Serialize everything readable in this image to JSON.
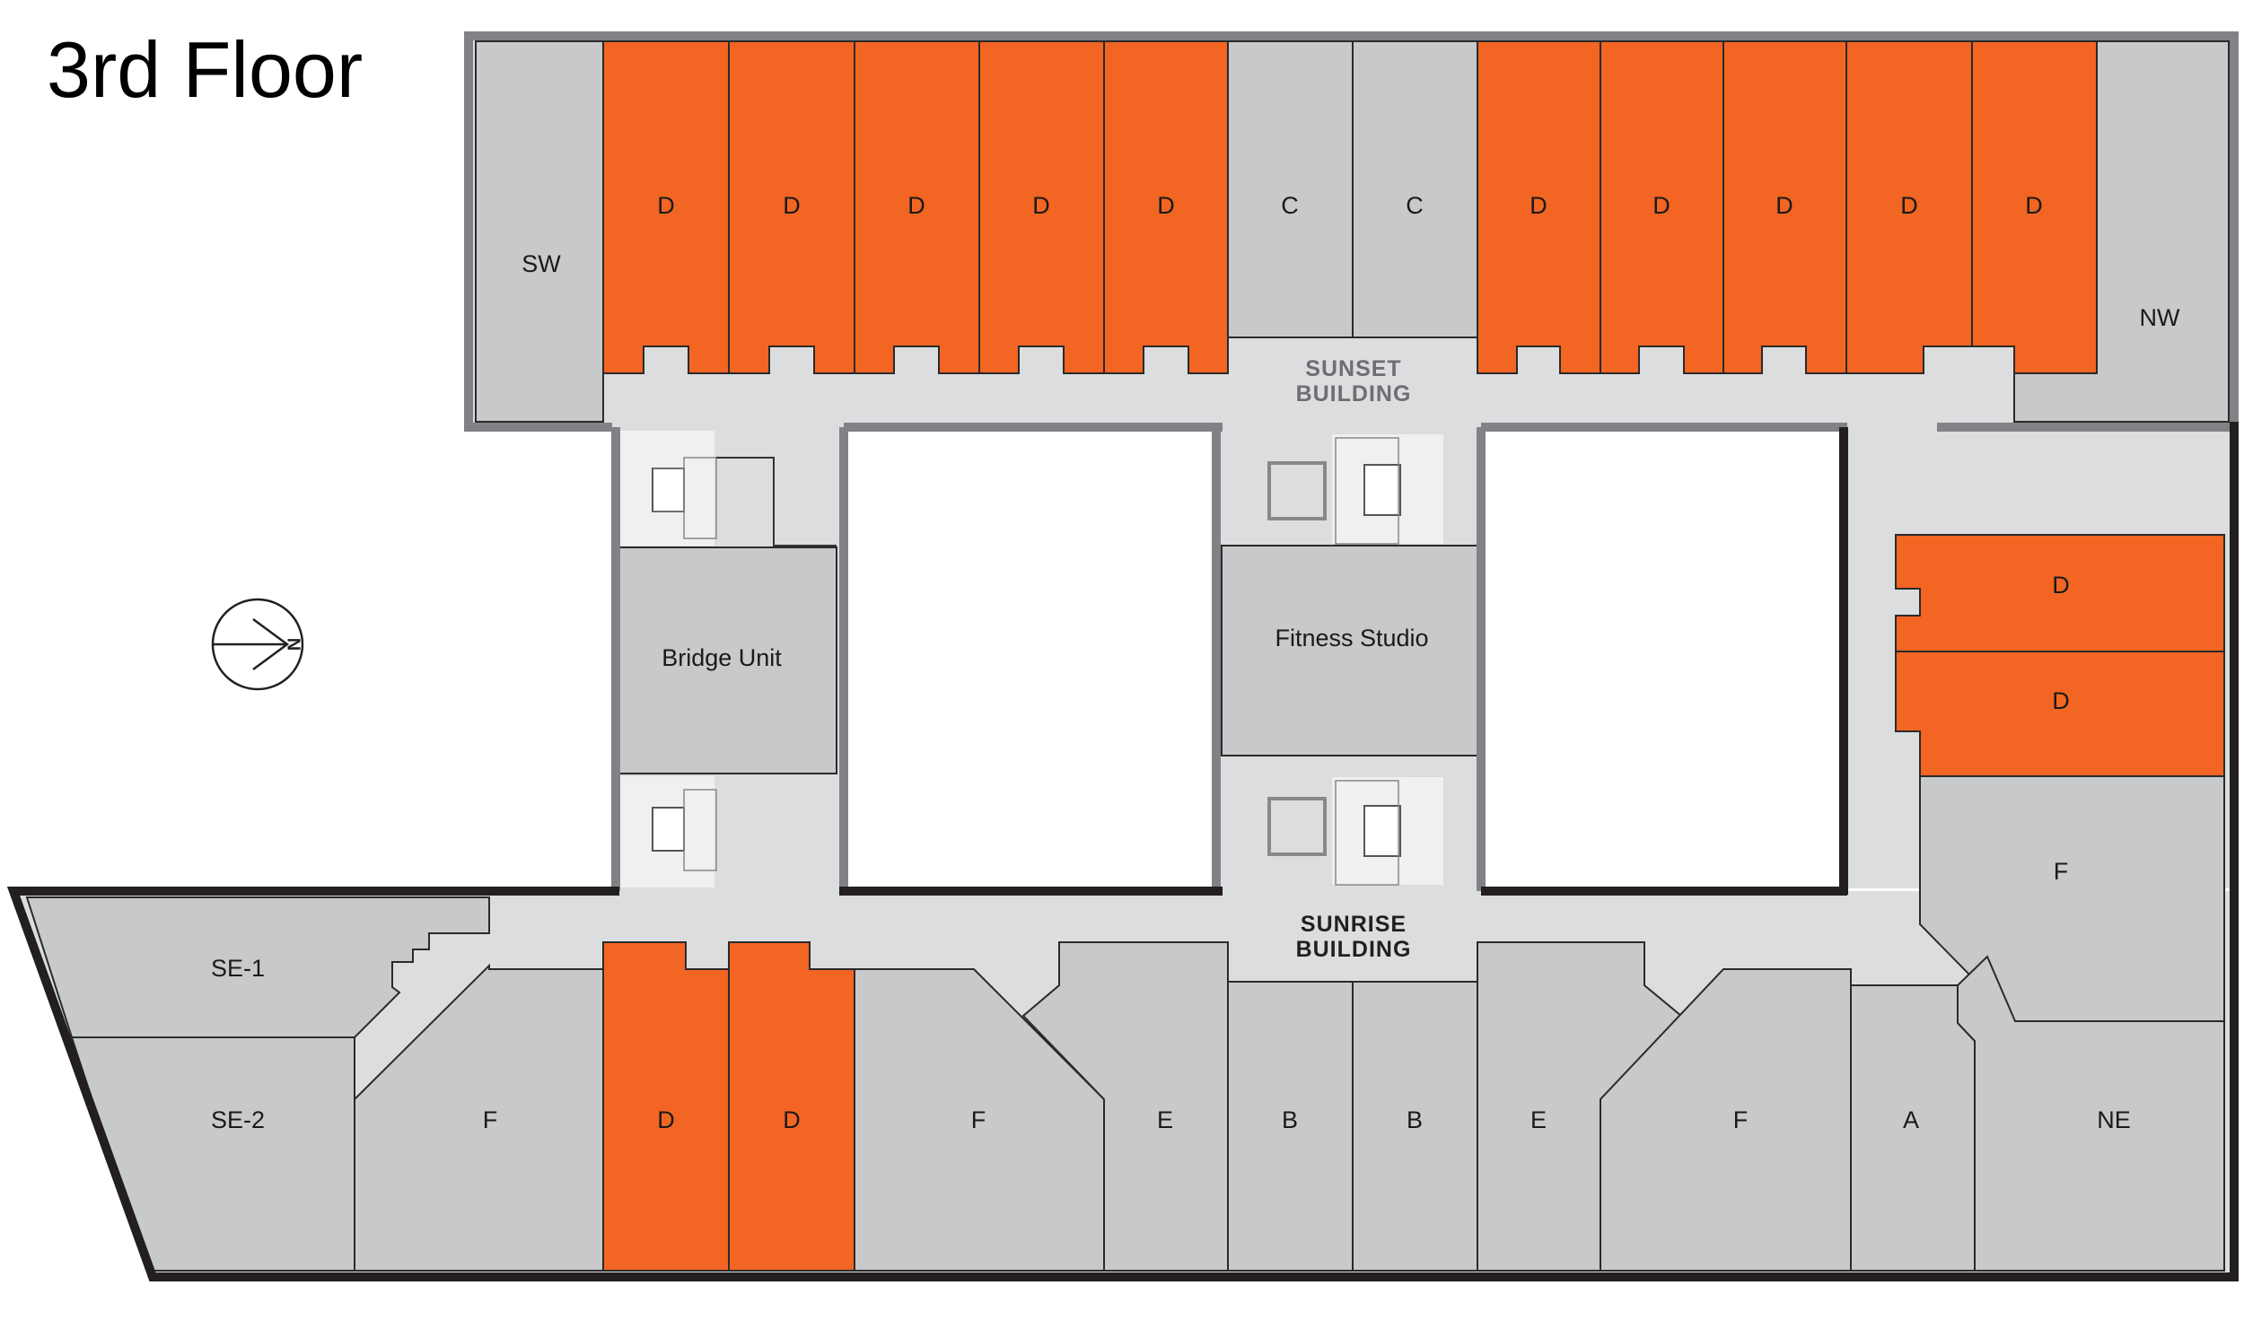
{
  "title": "3rd Floor",
  "colors": {
    "available": "#f26522",
    "unit": "#c8c9cb",
    "corridor": "#dcddde",
    "outline": "#808285",
    "outline_dark": "#231f20",
    "stair": "#f0f0f0"
  },
  "buildings": {
    "sunset": [
      "SUNSET",
      "BUILDING"
    ],
    "sunrise": [
      "SUNRISE",
      "BUILDING"
    ]
  },
  "north_arrow": {
    "icon": "north-arrow-icon",
    "letter": "N"
  },
  "units": [
    {
      "label": "SW",
      "status": "unit"
    },
    {
      "label": "D",
      "status": "available"
    },
    {
      "label": "D",
      "status": "available"
    },
    {
      "label": "D",
      "status": "available"
    },
    {
      "label": "D",
      "status": "available"
    },
    {
      "label": "D",
      "status": "available"
    },
    {
      "label": "C",
      "status": "unit"
    },
    {
      "label": "C",
      "status": "unit"
    },
    {
      "label": "D",
      "status": "available"
    },
    {
      "label": "D",
      "status": "available"
    },
    {
      "label": "D",
      "status": "available"
    },
    {
      "label": "D",
      "status": "available"
    },
    {
      "label": "D",
      "status": "available"
    },
    {
      "label": "NW",
      "status": "unit"
    },
    {
      "label": "D",
      "status": "available"
    },
    {
      "label": "D",
      "status": "available"
    },
    {
      "label": "F",
      "status": "unit"
    },
    {
      "label": "Bridge Unit",
      "status": "unit"
    },
    {
      "label": "Fitness Studio",
      "status": "unit"
    },
    {
      "label": "SE-1",
      "status": "unit"
    },
    {
      "label": "SE-2",
      "status": "unit"
    },
    {
      "label": "F",
      "status": "unit"
    },
    {
      "label": "D",
      "status": "available"
    },
    {
      "label": "D",
      "status": "available"
    },
    {
      "label": "F",
      "status": "unit"
    },
    {
      "label": "E",
      "status": "unit"
    },
    {
      "label": "B",
      "status": "unit"
    },
    {
      "label": "B",
      "status": "unit"
    },
    {
      "label": "E",
      "status": "unit"
    },
    {
      "label": "F",
      "status": "unit"
    },
    {
      "label": "A",
      "status": "unit"
    },
    {
      "label": "NE",
      "status": "unit"
    }
  ]
}
